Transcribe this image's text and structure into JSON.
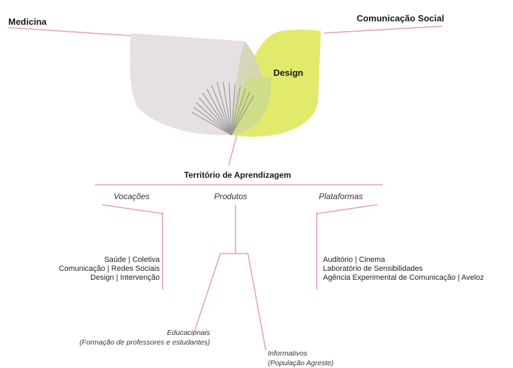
{
  "colors": {
    "medicina_leaf": "#e6dfe3",
    "design_leaf": "#e2ea6c",
    "overlap": "#d5d4b4",
    "center_leaf": "#cddd88",
    "rays": "#999999",
    "lines": "#e8a3a3"
  },
  "fields": {
    "medicina": "Medicina",
    "comunicacao": "Comunicação Social",
    "design": "Design"
  },
  "territory": "Território de Aprendizagem",
  "columns": {
    "vocacoes": {
      "title": "Vocações",
      "items": [
        "Saúde | Coletiva",
        "Comunicação | Redes Sociais",
        "Design | Intervenção"
      ]
    },
    "produtos": {
      "title": "Produtos",
      "educacionais": "Educacionais",
      "educacionais_note": "(Formação de professores e estudantes)",
      "informativos": "Informativos",
      "informativos_note": "(População Agreste)"
    },
    "plataformas": {
      "title": "Plataformas",
      "items": [
        "Auditório | Cinema",
        "Laboratório de Sensibilidades",
        "Agência Experimental de Comunicação | Aveloz"
      ]
    }
  }
}
